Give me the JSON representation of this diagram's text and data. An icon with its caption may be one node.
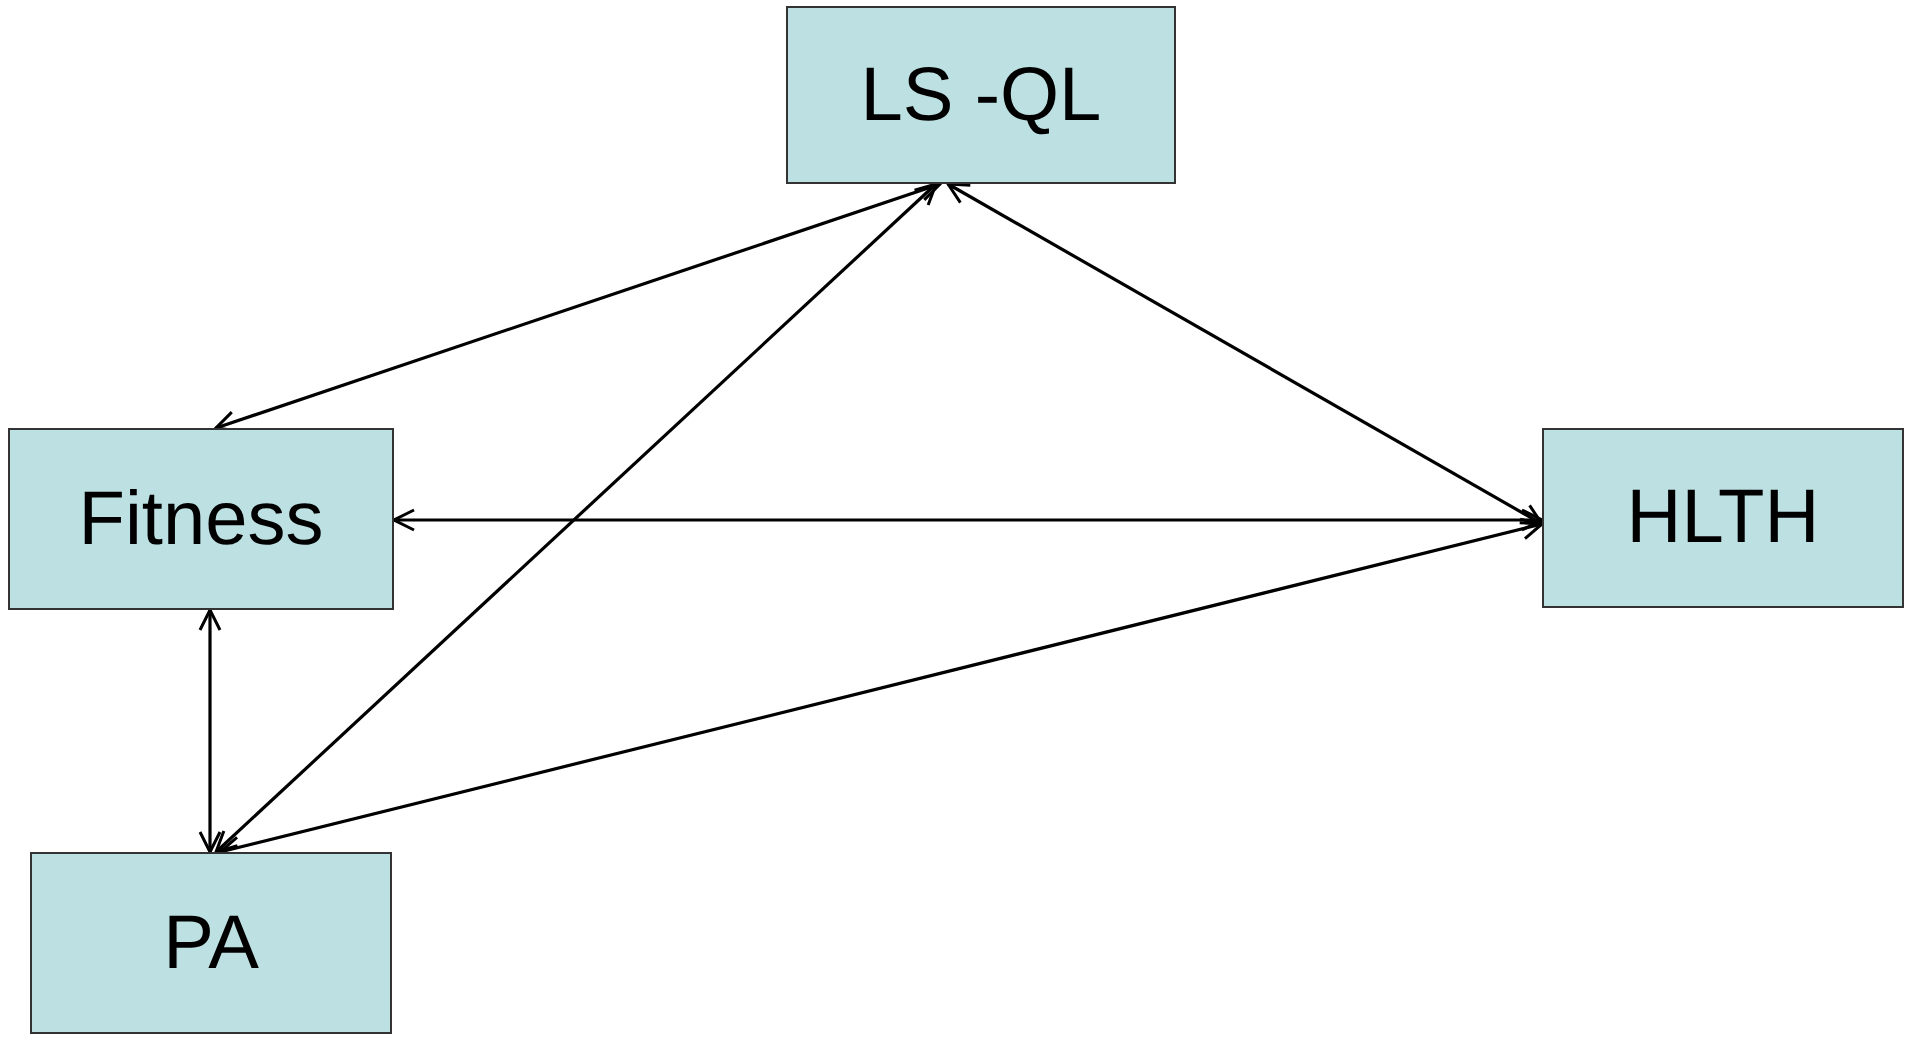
{
  "diagram": {
    "nodes": [
      {
        "text": [
          "LS -QL"
        ]
      },
      {
        "text": [
          "Fitness"
        ]
      },
      {
        "text": [
          "HLTH"
        ]
      },
      {
        "text": [
          "PA"
        ]
      }
    ],
    "edges": [
      {
        "from": 0,
        "to": 1,
        "arrow": "both"
      },
      {
        "from": 0,
        "to": 2,
        "arrow": "both"
      },
      {
        "from": 0,
        "to": 3,
        "arrow": "both"
      },
      {
        "from": 1,
        "to": 2,
        "arrow": "both"
      },
      {
        "from": 1,
        "to": 3,
        "arrow": "both"
      },
      {
        "from": 3,
        "to": 2,
        "arrow": "both"
      }
    ]
  }
}
